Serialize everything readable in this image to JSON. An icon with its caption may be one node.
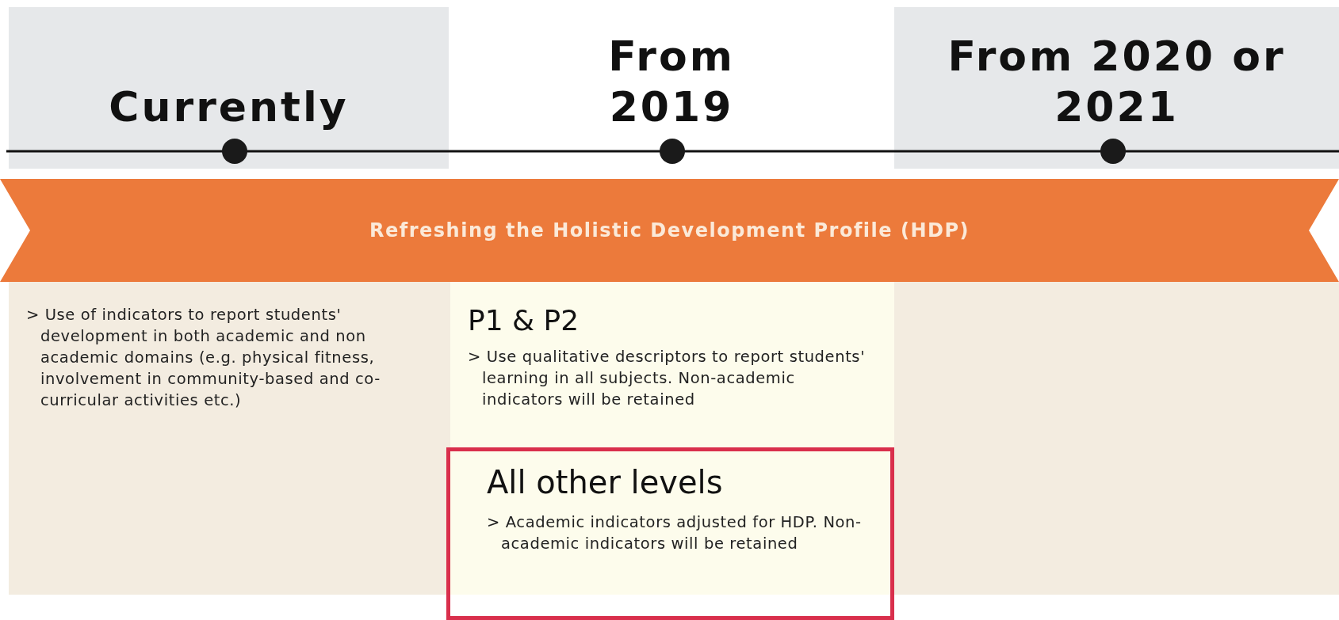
{
  "diagram": {
    "nodes": [
      {
        "text": [
          "Currently"
        ]
      },
      {
        "text": [
          "From 2019"
        ]
      },
      {
        "text": [
          "From 2020 or 2021"
        ]
      },
      {
        "text": [
          "Refreshing the Holistic Development Profile (HDP)"
        ]
      },
      {
        "text": [
          "> Use of indicators to report students' development in both academic and non academic domains (e.g. physical fitness, involvement in community-based and co-curricular activities etc.)"
        ]
      },
      {
        "text": [
          "P1 & P2",
          "> Use qualitative descriptors to report students' learning in all subjects. Non-academic indicators will be retained"
        ]
      },
      {
        "text": [
          "All other levels",
          "> Academic indicators adjusted for HDP. Non-academic indicators will be retained"
        ]
      },
      {
        "text": [],
        "shape": "box"
      }
    ],
    "edges": []
  }
}
